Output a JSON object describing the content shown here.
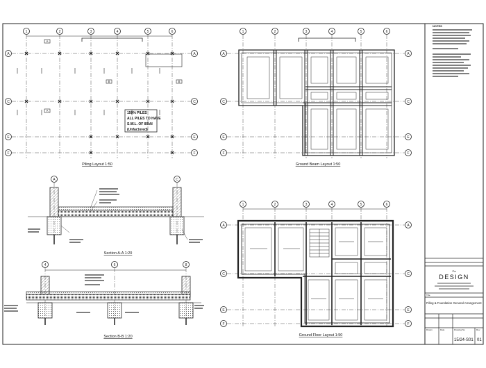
{
  "drawings": {
    "piling": {
      "title": "Piling Layout 1:50",
      "grid_cols": [
        "1",
        "2",
        "3",
        "4",
        "5",
        "6"
      ],
      "grid_rows": [
        "A",
        "C",
        "E",
        "F"
      ],
      "note_heading": "150% PILES",
      "note_line1": "ALL PILES TO HAVE",
      "note_line2": "S.W.L. OF 80kN",
      "note_line3": "(Unfactored)",
      "section_a_marker": "A",
      "section_b_marker": "B"
    },
    "ground_beam": {
      "title": "Ground Beam Layout 1:50",
      "grid_cols": [
        "1",
        "2",
        "3",
        "4",
        "5",
        "6"
      ],
      "grid_rows": [
        "A",
        "C",
        "E",
        "F"
      ]
    },
    "section_aa": {
      "title": "Section A-A 1:20",
      "grid_marks": [
        "A",
        "C"
      ]
    },
    "section_bb": {
      "title": "Section B-B 1:20",
      "grid_marks": [
        "4",
        "6",
        "8"
      ]
    },
    "ground_floor": {
      "title": "Ground Floor Layout 1:50",
      "grid_cols": [
        "1",
        "2",
        "3",
        "4",
        "5",
        "6"
      ],
      "grid_rows": [
        "A",
        "C",
        "E",
        "F"
      ]
    }
  },
  "title_block": {
    "logo_text": "DESIGN",
    "logo_small": "Pa",
    "drawing_title": "Piling & Foundation General Arrangement",
    "drawing_number": "15/24-S01",
    "revision": "01",
    "label_drawing_no": "Drawing No",
    "label_rev": "Rev",
    "label_date": "Date",
    "label_drawn": "Drawn",
    "label_title": "Title"
  },
  "notes_block": {
    "heading": "NOTES"
  }
}
